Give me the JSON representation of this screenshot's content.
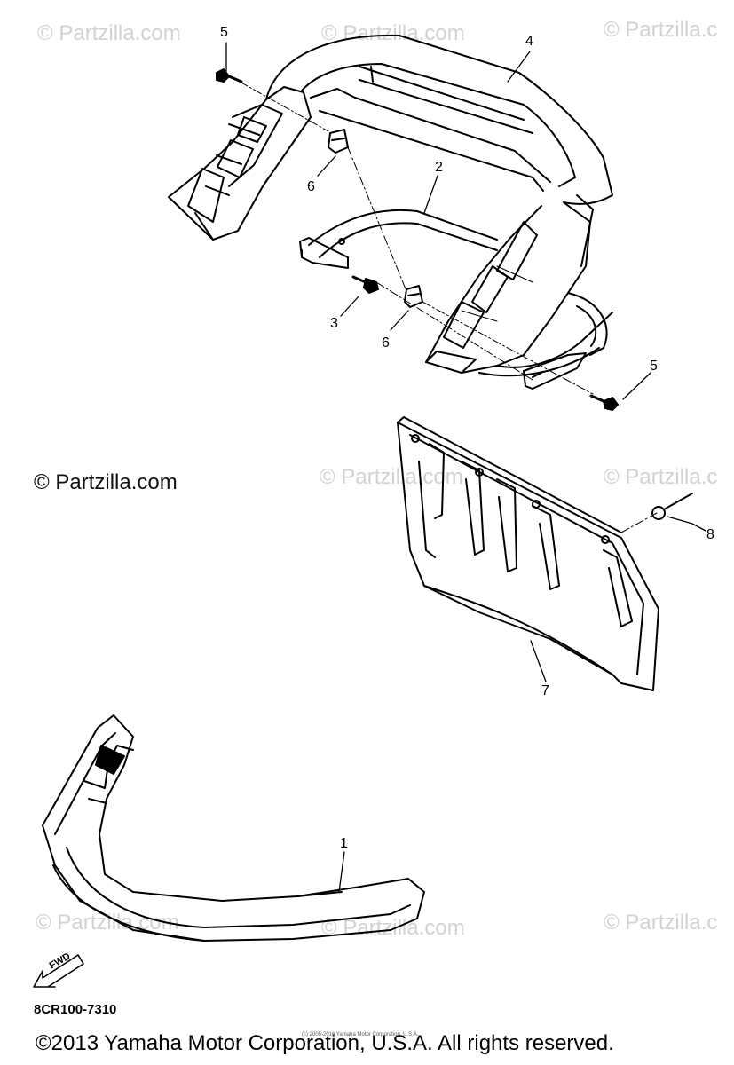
{
  "watermarks": [
    "© Partzilla.com",
    "© Partzilla.com",
    "© Partzilla.c",
    "© Partzilla.com",
    "© Partzilla.com",
    "© Partzilla.c",
    "© Partzilla.com",
    "© Partzilla.com",
    "© Partzilla.c"
  ],
  "watermark_strong": "© Partzilla.com",
  "callouts": {
    "c1": "1",
    "c2": "2",
    "c3": "3",
    "c4": "4",
    "c5a": "5",
    "c5b": "5",
    "c6a": "6",
    "c6b": "6",
    "c7": "7",
    "c8": "8"
  },
  "fwd_label": "FWD",
  "diagram_code": "8CR100-7310",
  "copyright": "©2013 Yamaha Motor Corporation, U.S.A. All rights reserved.",
  "tiny_notice": "(c) 2005-2016 Yamaha Motor Corporation, U.S.A."
}
